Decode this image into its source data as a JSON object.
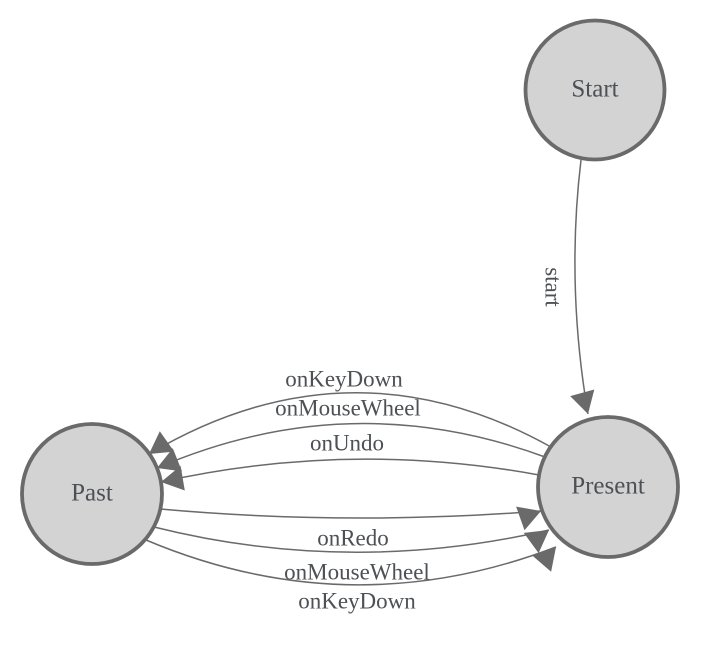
{
  "diagram": {
    "background": "#ffffff",
    "colors": {
      "node_fill": "#d3d3d3",
      "node_stroke": "#6a6a6a",
      "edge_stroke": "#6a6a6a",
      "arrowhead_fill": "#6a6a6a",
      "text": "#4d5055"
    },
    "nodes": [
      {
        "id": "start",
        "label": "Start"
      },
      {
        "id": "present",
        "label": "Present"
      },
      {
        "id": "past",
        "label": "Past"
      }
    ],
    "edges": [
      {
        "from": "Start",
        "to": "Present",
        "label": "start"
      },
      {
        "from": "Present",
        "to": "Past",
        "label": "onKeyDown"
      },
      {
        "from": "Present",
        "to": "Past",
        "label": "onMouseWheel"
      },
      {
        "from": "Present",
        "to": "Past",
        "label": "onUndo"
      },
      {
        "from": "Past",
        "to": "Present",
        "label": "onRedo"
      },
      {
        "from": "Past",
        "to": "Present",
        "label": "onMouseWheel"
      },
      {
        "from": "Past",
        "to": "Present",
        "label": "onKeyDown"
      }
    ]
  }
}
